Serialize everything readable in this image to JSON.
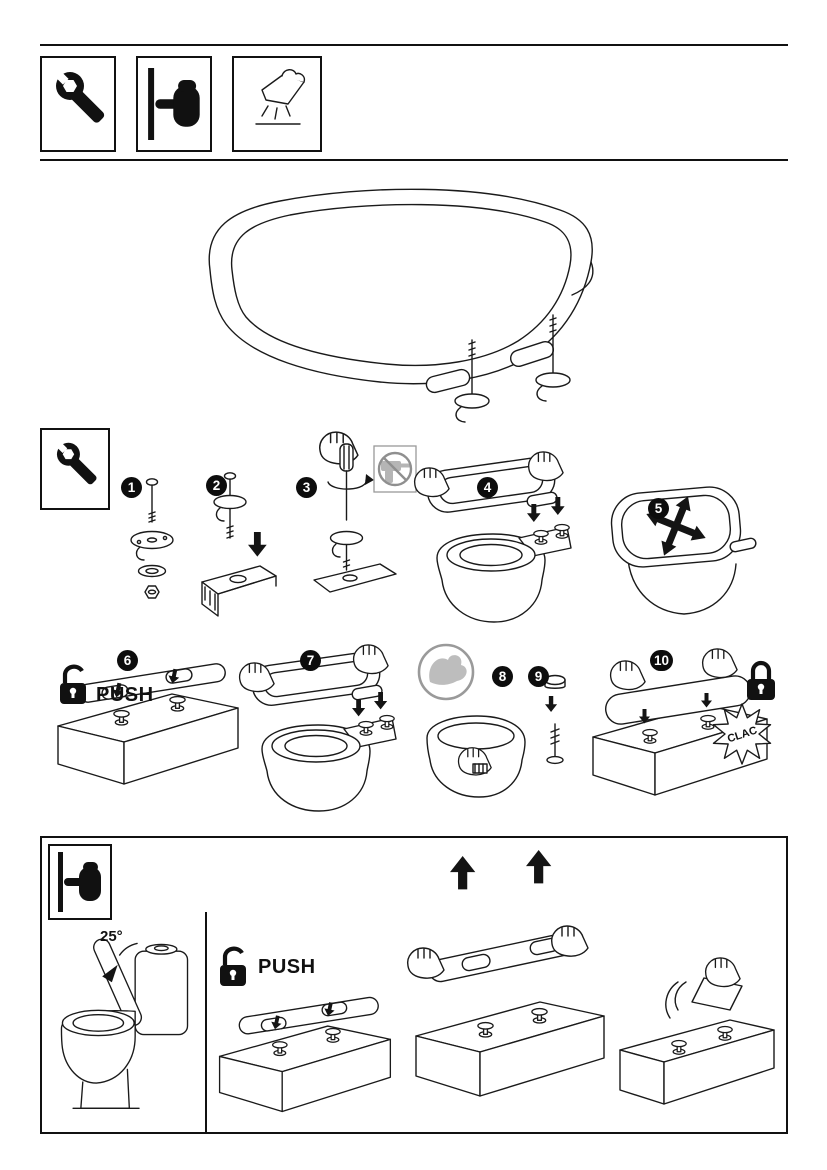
{
  "labels": {
    "push_step6": "PUSH",
    "push_removal": "PUSH",
    "clac": "CLAC",
    "angle": "25°"
  },
  "steps": [
    "1",
    "2",
    "3",
    "4",
    "5",
    "6",
    "7",
    "8",
    "9",
    "10"
  ],
  "icons": {
    "wrench": "assembly-tools",
    "push_hand": "press-to-release",
    "clean_cloth": "clean-surface",
    "padlock_open": "unlocked",
    "padlock_closed": "locked",
    "muscle_arm": "hand-tighten-only",
    "no_drill": "no-power-tools"
  },
  "colors": {
    "line": "#1a1a1a",
    "accent_gray": "#9a9a9a",
    "background": "#ffffff"
  }
}
